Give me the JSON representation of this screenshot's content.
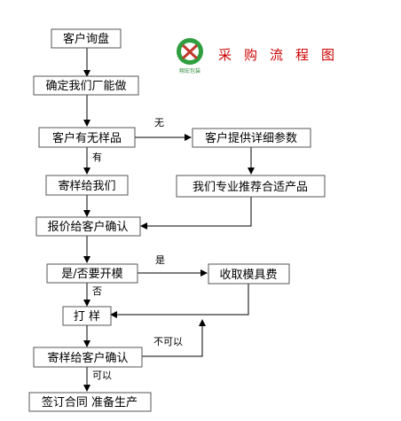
{
  "title": "采购流程图",
  "logo": {
    "caption": "翔宏包装",
    "colors": {
      "ring": "#2e9e3e",
      "mark": "#c0392b"
    }
  },
  "nodes": {
    "inquiry": "客户询盘",
    "confirm_capability": "确定我们厂能做",
    "has_sample": "客户有无样品",
    "provide_params": "客户提供详细参数",
    "send_sample_to_us": "寄样给我们",
    "recommend_product": "我们专业推荐合适产品",
    "quote_confirm": "报价给客户确认",
    "need_mold": "是/否要开模",
    "mold_fee": "收取模具费",
    "proof": "打 样",
    "send_sample_confirm": "寄样给客户确认",
    "sign_contract": "签订合同 准备生产"
  },
  "edge_labels": {
    "no_sample": "无",
    "has_sample": "有",
    "yes_mold": "是",
    "no_mold": "否",
    "rejected": "不可以",
    "approved": "可以"
  },
  "colors": {
    "title": "#cc0000",
    "box_border": "#555555",
    "arrow": "#000000"
  }
}
